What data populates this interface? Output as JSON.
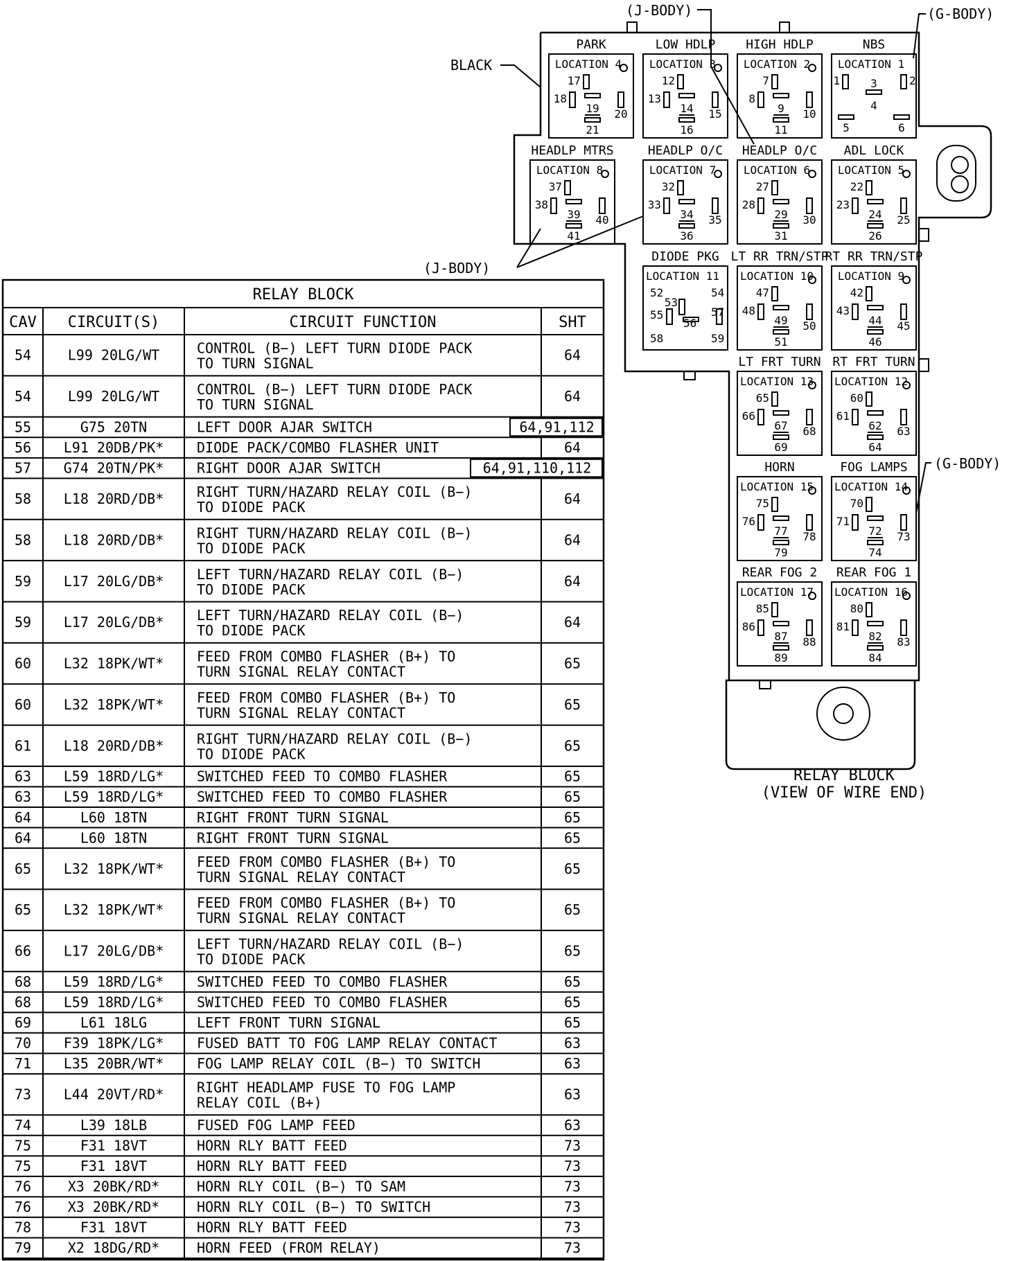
{
  "diagram": {
    "caption_line1": "RELAY BLOCK",
    "caption_line2": "(VIEW OF WIRE END)",
    "callouts": {
      "black": "BLACK",
      "jbody_top": "(J-BODY)",
      "gbody_top": "(G-BODY)",
      "jbody_mid": "(J-BODY)",
      "gbody_mid": "(G-BODY)"
    },
    "relays": [
      {
        "name": "PARK",
        "location": "LOCATION 4",
        "pins": [
          "17",
          "18",
          "19",
          "20",
          "21"
        ]
      },
      {
        "name": "LOW HDLP",
        "location": "LOCATION 3",
        "pins": [
          "12",
          "13",
          "14",
          "15",
          "16"
        ]
      },
      {
        "name": "HIGH HDLP",
        "location": "LOCATION 2",
        "pins": [
          "7",
          "8",
          "9",
          "10",
          "11"
        ]
      },
      {
        "name": "NBS",
        "location": "LOCATION 1",
        "pins": [
          "1",
          "2",
          "3",
          "4",
          "5",
          "6"
        ]
      },
      {
        "name": "HEADLP MTRS",
        "location": "LOCATION 8",
        "pins": [
          "37",
          "38",
          "39",
          "40",
          "41"
        ]
      },
      {
        "name": "HEADLP O/C",
        "location": "LOCATION 7",
        "pins": [
          "32",
          "33",
          "34",
          "35",
          "36"
        ]
      },
      {
        "name": "HEADLP O/C",
        "location": "LOCATION 6",
        "pins": [
          "27",
          "28",
          "29",
          "30",
          "31"
        ]
      },
      {
        "name": "ADL LOCK",
        "location": "LOCATION 5",
        "pins": [
          "22",
          "23",
          "24",
          "25",
          "26"
        ]
      },
      {
        "name": "DIODE PKG",
        "location": "LOCATION 11",
        "pins": [
          "52",
          "53",
          "54",
          "55",
          "56",
          "57",
          "58",
          "59"
        ]
      },
      {
        "name": "LT RR TRN/STP",
        "location": "LOCATION 10",
        "pins": [
          "47",
          "48",
          "49",
          "50",
          "51"
        ]
      },
      {
        "name": "RT RR TRN/STP",
        "location": "LOCATION 9",
        "pins": [
          "42",
          "43",
          "44",
          "45",
          "46"
        ]
      },
      {
        "name": "LT FRT TURN",
        "location": "LOCATION 13",
        "pins": [
          "65",
          "66",
          "67",
          "68",
          "69"
        ]
      },
      {
        "name": "RT FRT TURN",
        "location": "LOCATION 12",
        "pins": [
          "60",
          "61",
          "62",
          "63",
          "64"
        ]
      },
      {
        "name": "HORN",
        "location": "LOCATION 15",
        "pins": [
          "75",
          "76",
          "77",
          "78",
          "79"
        ]
      },
      {
        "name": "FOG LAMPS",
        "location": "LOCATION 14",
        "pins": [
          "70",
          "71",
          "72",
          "73",
          "74"
        ]
      },
      {
        "name": "REAR FOG 2",
        "location": "LOCATION 17",
        "pins": [
          "85",
          "86",
          "87",
          "88",
          "89"
        ]
      },
      {
        "name": "REAR FOG 1",
        "location": "LOCATION 16",
        "pins": [
          "80",
          "81",
          "82",
          "83",
          "84"
        ]
      }
    ]
  },
  "table": {
    "title": "RELAY BLOCK",
    "headers": [
      "CAV",
      "CIRCUIT(S)",
      "CIRCUIT FUNCTION",
      "SHT"
    ],
    "rows": [
      {
        "cav": "54",
        "circuit": "L99 20LG/WT",
        "func": [
          "CONTROL (B−) LEFT TURN DIODE PACK",
          "TO TURN SIGNAL"
        ],
        "sht": "64"
      },
      {
        "cav": "54",
        "circuit": "L99 20LG/WT",
        "func": [
          "CONTROL (B−) LEFT TURN DIODE PACK",
          "TO TURN SIGNAL"
        ],
        "sht": "64"
      },
      {
        "cav": "55",
        "circuit": "G75 20TN",
        "func": [
          "LEFT DOOR AJAR SWITCH"
        ],
        "sht": "64,91,112",
        "wide": "short"
      },
      {
        "cav": "56",
        "circuit": "L91 20DB/PK*",
        "func": [
          "DIODE PACK/COMBO FLASHER UNIT"
        ],
        "sht": "64"
      },
      {
        "cav": "57",
        "circuit": "G74 20TN/PK*",
        "func": [
          "RIGHT DOOR AJAR SWITCH"
        ],
        "sht": "64,91,110,112",
        "wide": "long"
      },
      {
        "cav": "58",
        "circuit": "L18 20RD/DB*",
        "func": [
          "RIGHT TURN/HAZARD RELAY COIL (B−)",
          "TO DIODE PACK"
        ],
        "sht": "64"
      },
      {
        "cav": "58",
        "circuit": "L18 20RD/DB*",
        "func": [
          "RIGHT TURN/HAZARD RELAY COIL (B−)",
          "TO DIODE PACK"
        ],
        "sht": "64"
      },
      {
        "cav": "59",
        "circuit": "L17 20LG/DB*",
        "func": [
          "LEFT TURN/HAZARD RELAY COIL (B−)",
          "TO DIODE PACK"
        ],
        "sht": "64"
      },
      {
        "cav": "59",
        "circuit": "L17 20LG/DB*",
        "func": [
          "LEFT TURN/HAZARD RELAY COIL (B−)",
          "TO DIODE PACK"
        ],
        "sht": "64"
      },
      {
        "cav": "60",
        "circuit": "L32 18PK/WT*",
        "func": [
          "FEED FROM COMBO FLASHER (B+) TO",
          "TURN SIGNAL RELAY CONTACT"
        ],
        "sht": "65"
      },
      {
        "cav": "60",
        "circuit": "L32 18PK/WT*",
        "func": [
          "FEED FROM COMBO FLASHER (B+) TO",
          "TURN SIGNAL RELAY CONTACT"
        ],
        "sht": "65"
      },
      {
        "cav": "61",
        "circuit": "L18 20RD/DB*",
        "func": [
          "RIGHT TURN/HAZARD RELAY COIL (B−)",
          "TO DIODE PACK"
        ],
        "sht": "65"
      },
      {
        "cav": "63",
        "circuit": "L59 18RD/LG*",
        "func": [
          "SWITCHED FEED TO COMBO FLASHER"
        ],
        "sht": "65"
      },
      {
        "cav": "63",
        "circuit": "L59 18RD/LG*",
        "func": [
          "SWITCHED FEED TO COMBO FLASHER"
        ],
        "sht": "65"
      },
      {
        "cav": "64",
        "circuit": "L60 18TN",
        "func": [
          "RIGHT FRONT TURN SIGNAL"
        ],
        "sht": "65"
      },
      {
        "cav": "64",
        "circuit": "L60 18TN",
        "func": [
          "RIGHT FRONT TURN SIGNAL"
        ],
        "sht": "65"
      },
      {
        "cav": "65",
        "circuit": "L32 18PK/WT*",
        "func": [
          "FEED FROM COMBO FLASHER (B+) TO",
          "TURN SIGNAL RELAY CONTACT"
        ],
        "sht": "65"
      },
      {
        "cav": "65",
        "circuit": "L32 18PK/WT*",
        "func": [
          "FEED FROM COMBO FLASHER (B+) TO",
          "TURN SIGNAL RELAY CONTACT"
        ],
        "sht": "65"
      },
      {
        "cav": "66",
        "circuit": "L17 20LG/DB*",
        "func": [
          "LEFT TURN/HAZARD RELAY COIL (B−)",
          "TO DIODE PACK"
        ],
        "sht": "65"
      },
      {
        "cav": "68",
        "circuit": "L59 18RD/LG*",
        "func": [
          "SWITCHED FEED TO COMBO FLASHER"
        ],
        "sht": "65"
      },
      {
        "cav": "68",
        "circuit": "L59 18RD/LG*",
        "func": [
          "SWITCHED FEED TO COMBO FLASHER"
        ],
        "sht": "65"
      },
      {
        "cav": "69",
        "circuit": "L61 18LG",
        "func": [
          "LEFT FRONT TURN SIGNAL"
        ],
        "sht": "65"
      },
      {
        "cav": "70",
        "circuit": "F39 18PK/LG*",
        "func": [
          "FUSED BATT TO FOG LAMP RELAY CONTACT"
        ],
        "sht": "63"
      },
      {
        "cav": "71",
        "circuit": "L35 20BR/WT*",
        "func": [
          "FOG LAMP RELAY COIL (B−) TO SWITCH"
        ],
        "sht": "63"
      },
      {
        "cav": "73",
        "circuit": "L44 20VT/RD*",
        "func": [
          "RIGHT HEADLAMP FUSE TO FOG LAMP",
          "RELAY COIL (B+)"
        ],
        "sht": "63"
      },
      {
        "cav": "74",
        "circuit": "L39 18LB",
        "func": [
          "FUSED FOG LAMP FEED"
        ],
        "sht": "63"
      },
      {
        "cav": "75",
        "circuit": "F31 18VT",
        "func": [
          "HORN RLY BATT FEED"
        ],
        "sht": "73"
      },
      {
        "cav": "75",
        "circuit": "F31 18VT",
        "func": [
          "HORN RLY BATT FEED"
        ],
        "sht": "73"
      },
      {
        "cav": "76",
        "circuit": "X3 20BK/RD*",
        "func": [
          "HORN RLY COIL (B−) TO SAM"
        ],
        "sht": "73"
      },
      {
        "cav": "76",
        "circuit": "X3 20BK/RD*",
        "func": [
          "HORN RLY COIL (B−) TO SWITCH"
        ],
        "sht": "73"
      },
      {
        "cav": "78",
        "circuit": "F31 18VT",
        "func": [
          "HORN RLY BATT FEED"
        ],
        "sht": "73"
      },
      {
        "cav": "79",
        "circuit": "X2 18DG/RD*",
        "func": [
          "HORN FEED (FROM RELAY)"
        ],
        "sht": "73"
      }
    ]
  }
}
